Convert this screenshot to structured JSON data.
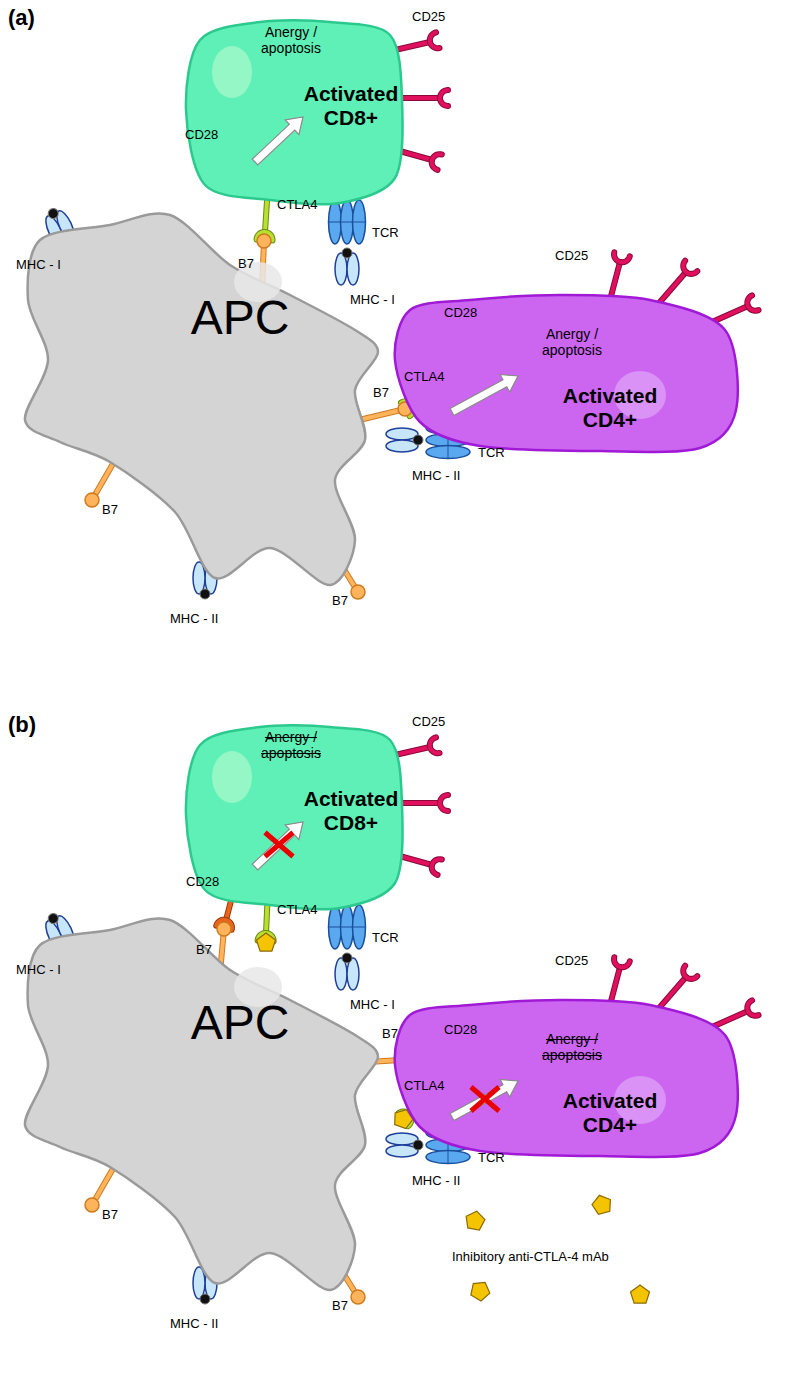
{
  "diagram": {
    "nodes": [
      {
        "text": [
          "Anergy / apoptosis",
          "Activated CD8+"
        ]
      },
      {
        "text": [
          "Anergy / apoptosis",
          "Activated CD4+"
        ]
      },
      {
        "text": [
          "APC"
        ]
      },
      {
        "text": [
          "Anergy / apoptosis",
          "Activated CD8+"
        ]
      },
      {
        "text": [
          "Anergy / apoptosis",
          "Activated CD4+"
        ]
      },
      {
        "text": [
          "APC"
        ]
      }
    ],
    "labels": [
      "(a)",
      "CD25",
      "CD28",
      "CTLA4",
      "TCR",
      "B7",
      "MHC - I",
      "CD25",
      "CD28",
      "B7",
      "CTLA4",
      "TCR",
      "MHC - II",
      "MHC - I",
      "B7",
      "MHC - II",
      "B7",
      "(b)",
      "CD25",
      "CD28",
      "CTLA4",
      "TCR",
      "B7",
      "MHC - I",
      "CD25",
      "CD28",
      "B7",
      "CTLA4",
      "TCR",
      "MHC - II",
      "MHC - I",
      "B7",
      "MHC - II",
      "B7",
      "Inhibitory anti-CTLA-4 mAb"
    ]
  }
}
